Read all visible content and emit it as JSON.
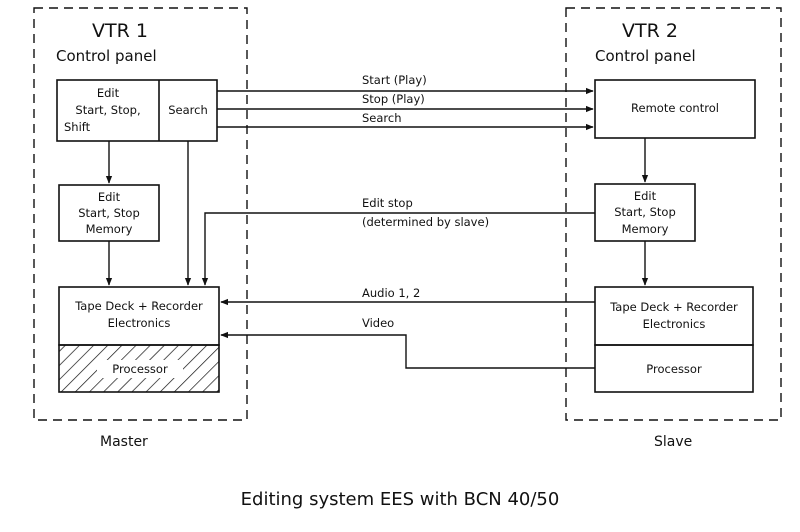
{
  "diagram": {
    "vtr1": {
      "title": "VTR 1",
      "subtitle": "Control panel",
      "footer": "Master",
      "edit_box": {
        "line1": "Edit",
        "line2": "Start,  Stop,",
        "line3": "Shift"
      },
      "search_box": {
        "label": "Search"
      },
      "memory_box": {
        "line1": "Edit",
        "line2": "Start,  Stop",
        "line3": "Memory"
      },
      "deck_box": {
        "line1": "Tape Deck + Recorder",
        "line2": "Electronics"
      },
      "processor_box": {
        "label": "Processor"
      }
    },
    "vtr2": {
      "title": "VTR 2",
      "subtitle": "Control panel",
      "footer": "Slave",
      "remote_box": {
        "label": "Remote control"
      },
      "memory_box": {
        "line1": "Edit",
        "line2": "Start,  Stop",
        "line3": "Memory"
      },
      "deck_box": {
        "line1": "Tape Deck + Recorder",
        "line2": "Electronics"
      },
      "processor_box": {
        "label": "Processor"
      }
    },
    "signals": {
      "start": "Start  (Play)",
      "stop": "Stop  (Play)",
      "search": "Search",
      "edit_stop_1": "Edit  stop",
      "edit_stop_2": "(determined by slave)",
      "audio": "Audio  1, 2",
      "video": "Video"
    },
    "caption": "Editing system EES with BCN  40/50"
  }
}
